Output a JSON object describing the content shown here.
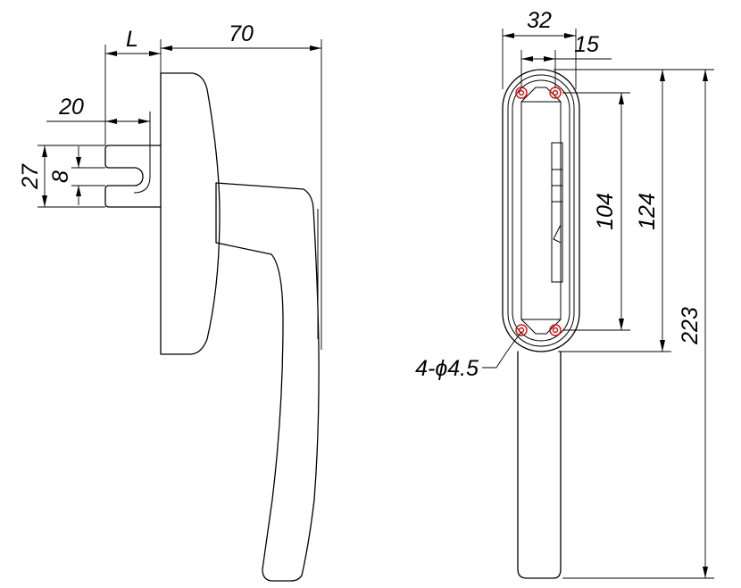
{
  "dimensions": {
    "side_length_label": "L",
    "side_depth": "70",
    "side_spindle_offset": "20",
    "side_spindle_height": "27",
    "side_spindle_square": "8",
    "front_width": "32",
    "front_offset": "15",
    "front_hole_spacing": "104",
    "front_base_length": "124",
    "front_total_length": "223",
    "front_holes_note": "4-ϕ4.5"
  },
  "colors": {
    "line": "#000000",
    "hole_marker": "#d01010",
    "background": "#ffffff"
  }
}
